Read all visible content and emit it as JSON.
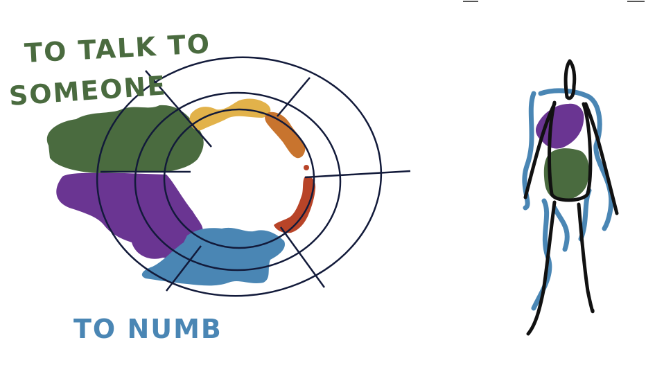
{
  "labels": {
    "talk_line1": "TO TALK TO",
    "talk_line2": "SOMEONE",
    "numb": "TO NUMB"
  },
  "colors": {
    "green": "#4a6b3f",
    "purple": "#6a3592",
    "blue": "#4a86b4",
    "yellow": "#e2b24a",
    "orange": "#c8742e",
    "red": "#b84428",
    "ink": "#121a3a",
    "figure": "#111111"
  },
  "segments_clockwise_from_top_left": [
    "yellow",
    "orange",
    "red",
    "blue",
    "purple",
    "green"
  ],
  "figure_fill_colors_top_to_bottom": [
    "purple",
    "green",
    "blue"
  ]
}
